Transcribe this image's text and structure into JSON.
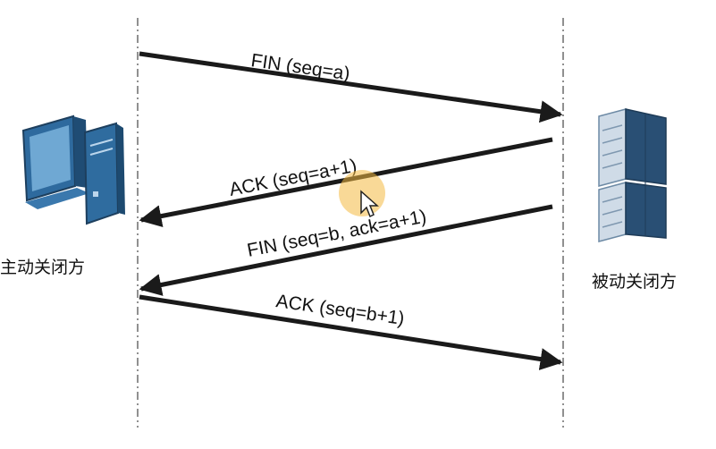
{
  "parties": {
    "active": {
      "label": "主动关闭方",
      "icon": "desktop-computer-icon"
    },
    "passive": {
      "label": "被动关闭方",
      "icon": "server-rack-icon"
    }
  },
  "messages": [
    {
      "label": "FIN (seq=a)",
      "direction": "to-passive"
    },
    {
      "label": "ACK (seq=a+1)",
      "direction": "to-active"
    },
    {
      "label": "FIN (seq=b, ack=a+1)",
      "direction": "to-active"
    },
    {
      "label": "ACK (seq=b+1)",
      "direction": "to-passive"
    }
  ],
  "colors": {
    "arrow": "#1a1a1a",
    "lifeline": "#555555",
    "cursor_highlight": "#f4b942"
  },
  "cursor_icon": "mouse-pointer-icon"
}
